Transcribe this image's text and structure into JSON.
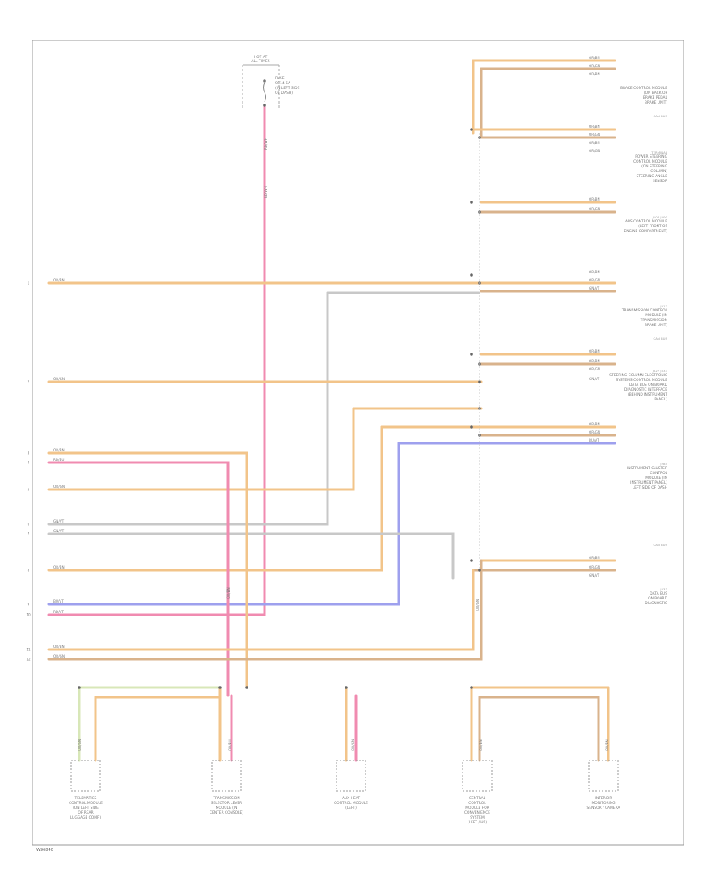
{
  "diagram": {
    "footer_id": "W96840",
    "top_fuse": {
      "header_lines": [
        "HOT AT",
        "ALL TIMES"
      ],
      "label_lines": [
        "FUSE",
        "SC14 5A",
        "(IN LEFT SIDE",
        "OF DASH)"
      ]
    },
    "wire_tags": {
      "top_pink": [
        "RD/WH",
        "RD/WH"
      ],
      "c1": "OR/GN",
      "c3": "OR/BU",
      "c5": "OR/GN",
      "c7": "OR/BN",
      "c12": "OR/BN",
      "top_bn1": "OR/BN",
      "top_bn2": "OR/GN"
    },
    "left_rows": [
      {
        "pin": "1",
        "label": "OR/BN"
      },
      {
        "pin": "2",
        "label": "OR/GN"
      },
      {
        "pin": "3",
        "label": "OR/BN"
      },
      {
        "pin": "4",
        "label": "RD/BU"
      },
      {
        "pin": "5",
        "label": "OR/GN"
      },
      {
        "pin": "6",
        "label": "GN/VT"
      },
      {
        "pin": "7",
        "label": "GN/VT"
      },
      {
        "pin": "8",
        "label": "OR/BN"
      },
      {
        "pin": "9",
        "label": "BU/VT"
      },
      {
        "pin": "10",
        "label": "RD/VT"
      },
      {
        "pin": "11",
        "label": "OR/BN"
      },
      {
        "pin": "12",
        "label": "OR/GN"
      }
    ],
    "right_wires": {
      "g1": [
        "OR/BN",
        "OR/GN",
        "OR/BN"
      ],
      "g2": [
        "OR/BN",
        "OR/GN",
        "OR/BN",
        "OR/GN"
      ],
      "g3": [
        "OR/BN",
        "OR/GN"
      ],
      "g4": [
        "OR/BN",
        "OR/GN",
        "GN/VT"
      ],
      "g5": [
        "OR/BN",
        "OR/BN",
        "OR/GN",
        "GN/VT"
      ],
      "g6": [
        "OR/BN",
        "OR/GN",
        "BU/VT"
      ],
      "g7": [
        "OR/BN",
        "OR/GN",
        "GN/VT"
      ]
    },
    "right_components": [
      {
        "code": "",
        "lines": [
          "BRAKE CONTROL MODULE",
          "(ON BACK OF",
          "BRAKE PEDAL",
          "BRAKE UNIT)"
        ]
      },
      {
        "code": "CAN BUS",
        "lines": []
      },
      {
        "code": "TERMINAL",
        "lines": [
          "POWER STEERING",
          "CONTROL MODULE",
          "(ON STEERING",
          "COLUMN)",
          "STEERING ANGLE",
          "SENSOR"
        ]
      },
      {
        "code": "J104 J500",
        "lines": [
          "ABS CONTROL MODULE",
          "(LEFT FRONT OF",
          "ENGINE COMPARTMENT)"
        ]
      },
      {
        "code": "J217",
        "lines": [
          "TRANSMISSION CONTROL",
          "MODULE (IN",
          "TRANSMISSION",
          "BRAKE UNIT)"
        ]
      },
      {
        "code": "CAN BUS",
        "lines": []
      },
      {
        "code": "J527 J533",
        "lines": [
          "STEERING COLUMN ELECTRONIC",
          "SYSTEMS CONTROL MODULE",
          "DATA BUS ON BOARD",
          "DIAGNOSTIC INTERFACE",
          "(BEHIND INSTRUMENT",
          "PANEL)"
        ]
      },
      {
        "code": "J285",
        "lines": [
          "INSTRUMENT CLUSTER",
          "CONTROL",
          "MODULE (IN",
          "INSTRUMENT PANEL)",
          "LEFT SIDE OF DASH"
        ]
      },
      {
        "code": "CAN BUS",
        "lines": []
      },
      {
        "code": "J533",
        "lines": [
          "DATA BUS",
          "ON BOARD",
          "DIAGNOSTIC"
        ]
      }
    ],
    "bottom_components": [
      {
        "lines": [
          "TELEMATICS",
          "CONTROL MODULE",
          "(ON LEFT SIDE",
          "OF REAR",
          "LUGGAGE COMP.)"
        ]
      },
      {
        "lines": [
          "TRANSMISSION",
          "SELECTOR LEVER",
          "MODULE (IN",
          "CENTER CONSOLE)"
        ]
      },
      {
        "lines": [
          "AUX HEAT",
          "CONTROL MODULE",
          "(LEFT)"
        ]
      },
      {
        "lines": [
          "CENTRAL",
          "CONTROL",
          "MODULE FOR",
          "CONVENIENCE",
          "SYSTEM",
          "(LEFT / HS)"
        ]
      },
      {
        "lines": [
          "INTERIOR",
          "MONITORING",
          "SENSOR / CAMERA"
        ]
      }
    ],
    "colors": {
      "wire_orange": "#F2C48A",
      "wire_tan": "#D9B38C",
      "wire_pink": "#F08BB0",
      "wire_blue": "#9EA0EE",
      "wire_gray": "#C8C8C8",
      "wire_green": "#D8E7B8",
      "frame": "#888888",
      "text": "#7A7A7A"
    }
  }
}
